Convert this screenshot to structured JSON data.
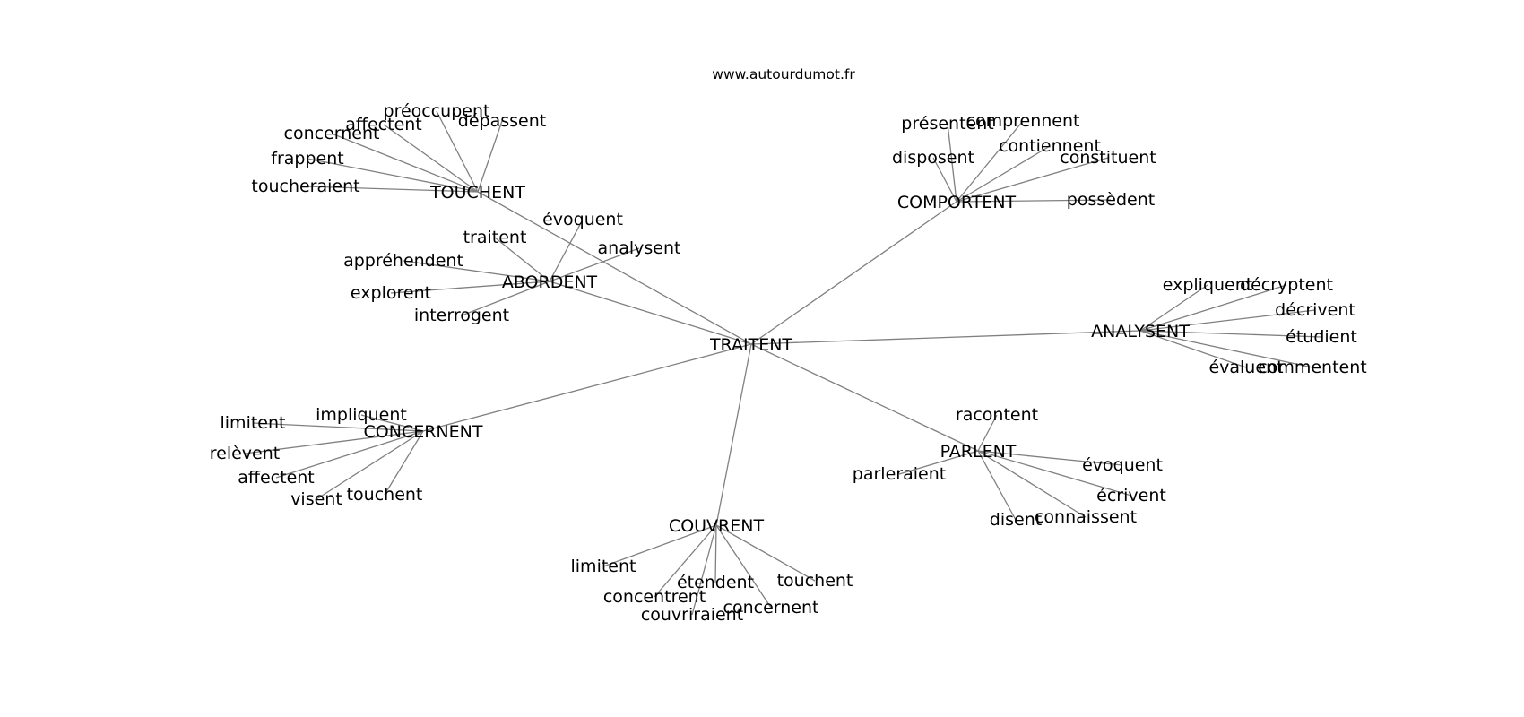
{
  "site": "www.autourdumot.fr",
  "colors": {
    "edge": "#808080",
    "text": "#000000",
    "background": "#ffffff"
  },
  "graph": {
    "root": "TRAITENT",
    "groups": [
      {
        "hub": "TOUCHENT",
        "words": [
          "préoccupent",
          "affectent",
          "dépassent",
          "concernent",
          "frappent",
          "toucheraient"
        ]
      },
      {
        "hub": "ABORDENT",
        "words": [
          "évoquent",
          "traitent",
          "analysent",
          "appréhendent",
          "explorent",
          "interrogent"
        ]
      },
      {
        "hub": "COMPORTENT",
        "words": [
          "présentent",
          "comprennent",
          "contiennent",
          "disposent",
          "constituent",
          "possèdent"
        ]
      },
      {
        "hub": "ANALYSENT",
        "words": [
          "expliquent",
          "décryptent",
          "décrivent",
          "étudient",
          "évaluent",
          "commentent"
        ]
      },
      {
        "hub": "CONCERNENT",
        "words": [
          "impliquent",
          "limitent",
          "relèvent",
          "affectent",
          "visent",
          "touchent"
        ]
      },
      {
        "hub": "PARLENT",
        "words": [
          "racontent",
          "parleraient",
          "évoquent",
          "écrivent",
          "disent",
          "connaissent"
        ]
      },
      {
        "hub": "COUVRENT",
        "words": [
          "limitent",
          "étendent",
          "touchent",
          "concentrent",
          "concernent",
          "couvriraient"
        ]
      }
    ]
  }
}
